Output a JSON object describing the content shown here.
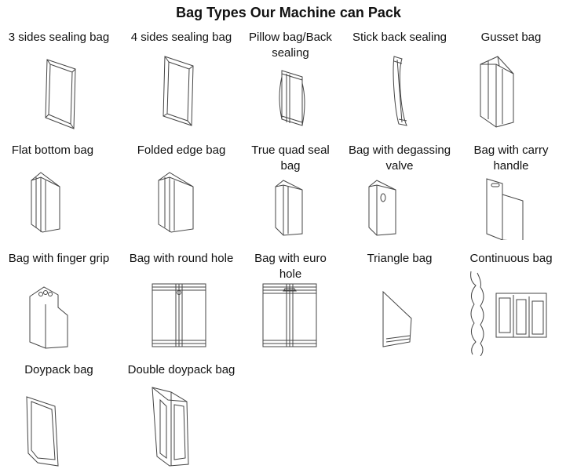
{
  "title": "Bag Types Our Machine can Pack",
  "bags": [
    {
      "label": "3 sides sealing bag",
      "icon": "three-side-seal-bag-icon"
    },
    {
      "label": "4 sides sealing bag",
      "icon": "four-side-seal-bag-icon"
    },
    {
      "label": "Pillow bag/Back\nsealing",
      "icon": "pillow-bag-icon"
    },
    {
      "label": "Stick back sealing",
      "icon": "stick-bag-icon"
    },
    {
      "label": "Gusset bag",
      "icon": "gusset-bag-icon"
    },
    {
      "label": "Flat bottom bag",
      "icon": "flat-bottom-bag-icon"
    },
    {
      "label": "Folded edge bag",
      "icon": "folded-edge-bag-icon"
    },
    {
      "label": "True quad seal\nbag",
      "icon": "quad-seal-bag-icon"
    },
    {
      "label": "Bag with degassing\nvalve",
      "icon": "degassing-valve-bag-icon"
    },
    {
      "label": "Bag with carry\nhandle",
      "icon": "carry-handle-bag-icon"
    },
    {
      "label": "Bag with finger grip",
      "icon": "finger-grip-bag-icon"
    },
    {
      "label": "Bag with round hole",
      "icon": "round-hole-bag-icon"
    },
    {
      "label": "Bag with euro\nhole",
      "icon": "euro-hole-bag-icon"
    },
    {
      "label": "Triangle bag",
      "icon": "triangle-bag-icon"
    },
    {
      "label": "Continuous bag",
      "icon": "continuous-bag-icon"
    },
    {
      "label": "Doypack bag",
      "icon": "doypack-bag-icon"
    },
    {
      "label": "Double doypack bag",
      "icon": "double-doypack-bag-icon"
    }
  ]
}
